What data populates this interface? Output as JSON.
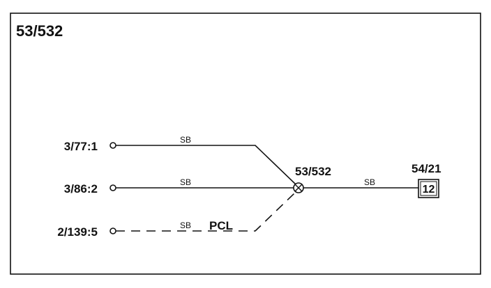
{
  "diagram": {
    "title": "53/532",
    "connectors": [
      {
        "label": "3/77:1",
        "wire_color": "SB"
      },
      {
        "label": "3/86:2",
        "wire_color": "SB"
      },
      {
        "label": "2/139:5",
        "wire_color": "SB",
        "option": "PCL"
      }
    ],
    "splice": {
      "label": "53/532"
    },
    "output": {
      "label": "54/21",
      "wire_color": "SB",
      "box": "12"
    }
  }
}
